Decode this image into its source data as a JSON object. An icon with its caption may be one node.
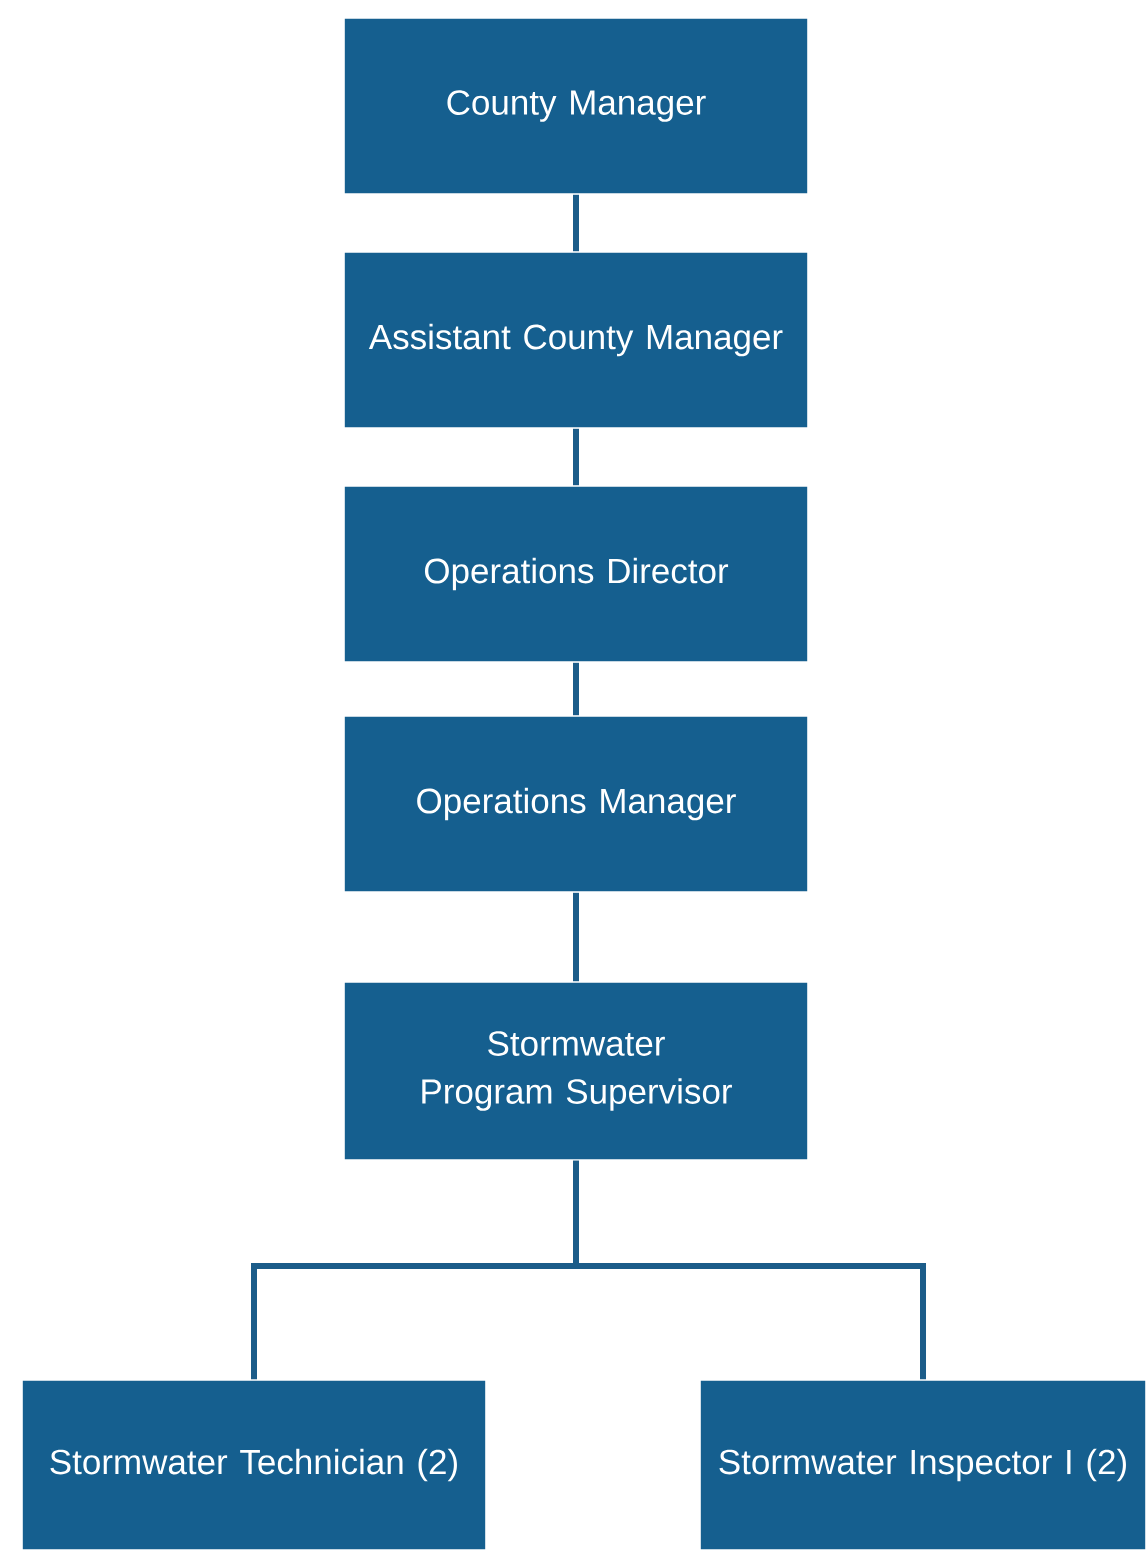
{
  "diagram": {
    "nodes": [
      {
        "text": [
          "County Manager"
        ]
      },
      {
        "text": [
          "Assistant County Manager"
        ]
      },
      {
        "text": [
          "Operations Director"
        ]
      },
      {
        "text": [
          "Operations Manager"
        ]
      },
      {
        "text": [
          "Stormwater Program Supervisor"
        ]
      },
      {
        "text": [
          "Stormwater Technician (2)"
        ]
      },
      {
        "text": [
          "Stormwater Inspector I (2)"
        ]
      }
    ],
    "edges": [
      {
        "from": 0,
        "to": 1,
        "arrow": "none"
      },
      {
        "from": 1,
        "to": 2,
        "arrow": "none"
      },
      {
        "from": 2,
        "to": 3,
        "arrow": "none"
      },
      {
        "from": 3,
        "to": 4,
        "arrow": "none"
      },
      {
        "from": 4,
        "to": 5,
        "arrow": "none"
      },
      {
        "from": 4,
        "to": 6,
        "arrow": "none"
      }
    ]
  }
}
